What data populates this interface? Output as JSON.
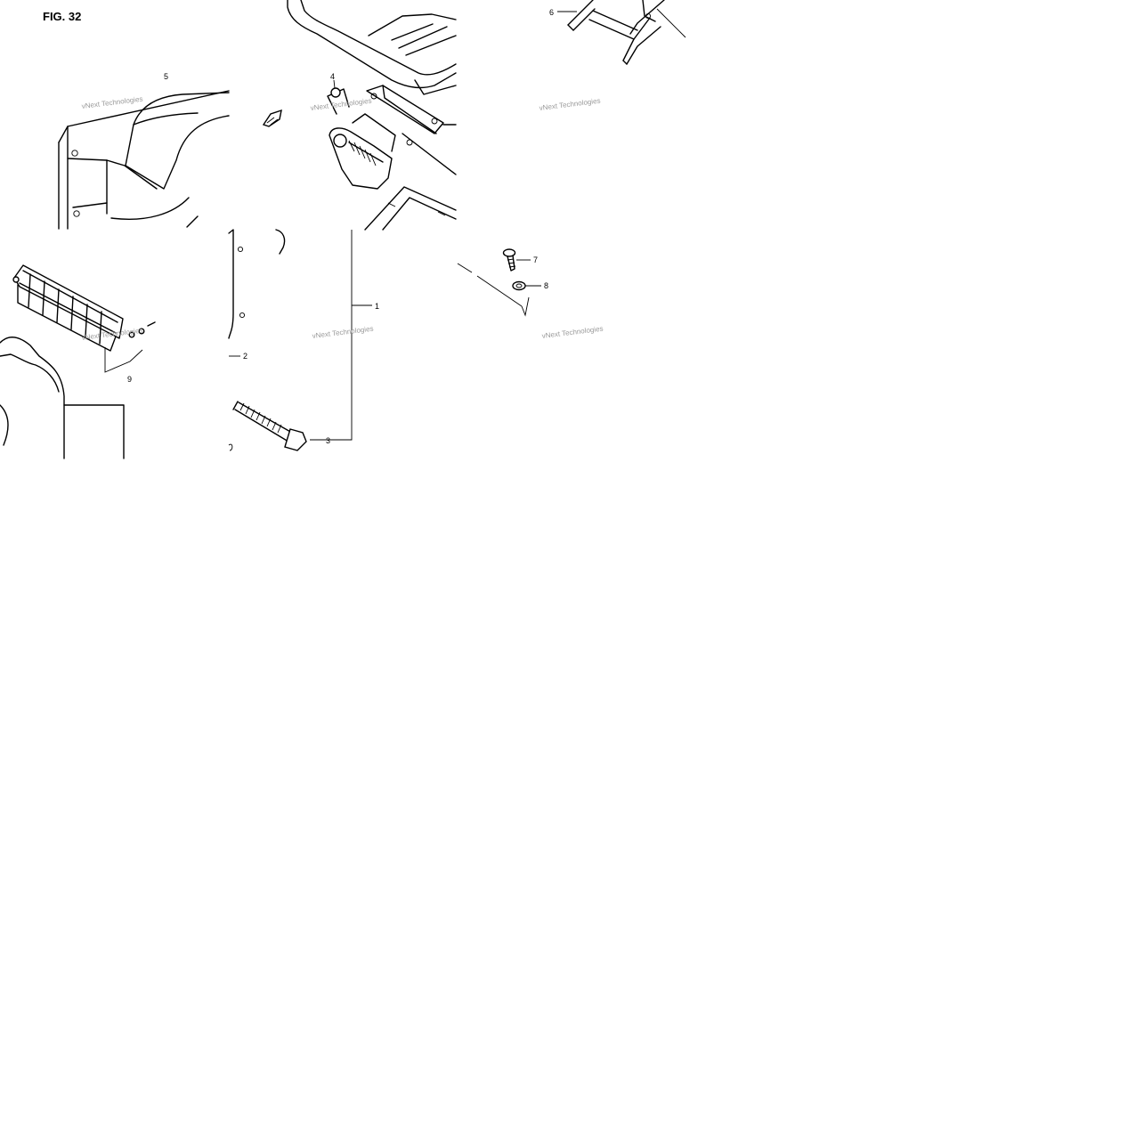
{
  "figure": {
    "title": "FIG. 32",
    "callouts": [
      "1",
      "2",
      "3",
      "4",
      "5",
      "6",
      "7",
      "8",
      "9"
    ],
    "watermarks": [
      "vNext Technologies",
      "vNext Technologies",
      "vNext Technologies",
      "vNext Technologies",
      "vNext Technologies",
      "vNext Technologies"
    ]
  }
}
